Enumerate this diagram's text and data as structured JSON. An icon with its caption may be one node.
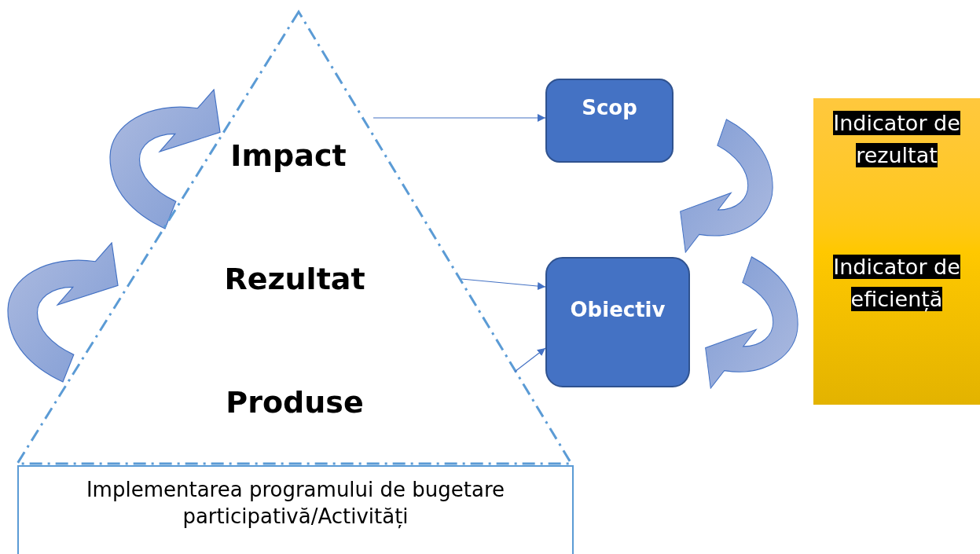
{
  "diagram": {
    "nodes": [
      {
        "text": [
          "Impact",
          "Rezultat",
          "Produse"
        ]
      },
      {
        "text": [
          "Implementarea programului de bugetare participativă/Activități"
        ]
      },
      {
        "text": [
          "Scop"
        ]
      },
      {
        "text": [
          "Obiectiv"
        ]
      },
      {
        "text": [
          "Indicator de rezultat",
          "Indicator de eficiență"
        ]
      }
    ],
    "edges": [
      {
        "from": 0,
        "to": 2,
        "arrow": "to"
      },
      {
        "from": 0,
        "to": 3,
        "arrow": "to"
      },
      {
        "from": 0,
        "to": 3,
        "arrow": "to"
      }
    ]
  }
}
